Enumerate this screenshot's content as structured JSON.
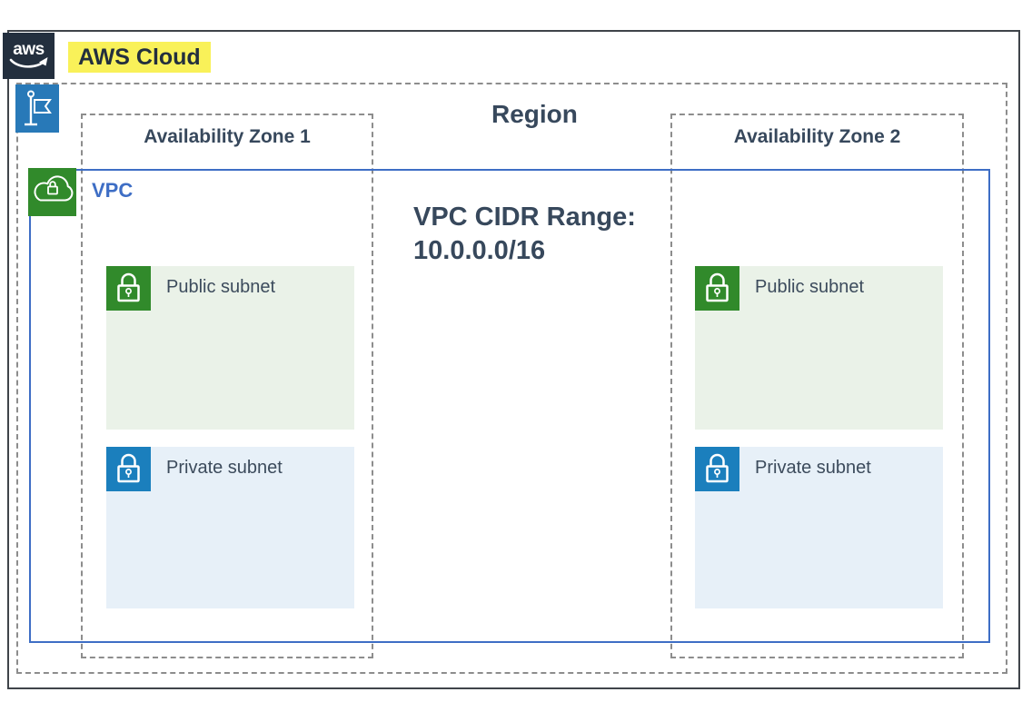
{
  "aws_cloud": {
    "label": "AWS Cloud",
    "logo_text": "aws"
  },
  "region": {
    "label": "Region"
  },
  "vpc": {
    "label": "VPC",
    "cidr_line1": "VPC CIDR Range:",
    "cidr_line2": "10.0.0.0/16"
  },
  "availability_zones": [
    {
      "label": "Availability Zone 1",
      "subnets": [
        {
          "type": "public",
          "label": "Public subnet"
        },
        {
          "type": "private",
          "label": "Private subnet"
        }
      ]
    },
    {
      "label": "Availability Zone 2",
      "subnets": [
        {
          "type": "public",
          "label": "Public subnet"
        },
        {
          "type": "private",
          "label": "Private subnet"
        }
      ]
    }
  ],
  "colors": {
    "aws_navy": "#232f3e",
    "highlight_yellow": "#f9f159",
    "outer_border": "#3f444a",
    "dashed_border": "#8d8d8d",
    "vpc_blue": "#3e6ec5",
    "region_icon_blue": "#2879b8",
    "public_green": "#318a2b",
    "private_blue": "#1b7fbd",
    "public_subnet_bg": "#eaf2e8",
    "private_subnet_bg": "#e7f0f8",
    "label_slate": "#37485c"
  }
}
